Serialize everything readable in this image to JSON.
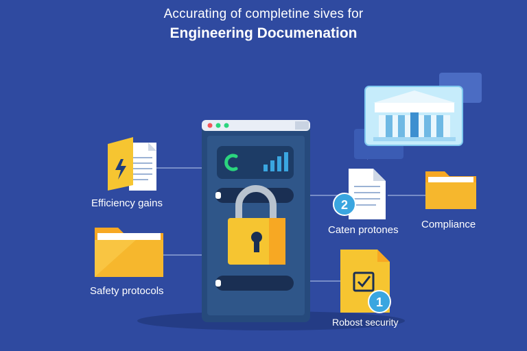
{
  "header": {
    "line1": "Accurating of completine sives for",
    "line2": "Engineering Documenation"
  },
  "labels": {
    "efficiency": "Efficiency gains",
    "safety": "Safety protocols",
    "caten": "Caten protones",
    "compliance": "Compliance",
    "security": "Robost security"
  },
  "badges": {
    "two": "2",
    "one": "1"
  },
  "colors": {
    "background": "#2f4aa0",
    "phone": "#264a7c",
    "folder": "#f7a823",
    "lock": "#f6c531",
    "accent_green": "#2bd57e",
    "accent_blue": "#3aa6e0"
  },
  "icons": [
    "lightning-icon",
    "document-icon",
    "folder-icon",
    "padlock-icon",
    "checkbox-icon",
    "building-icon",
    "loading-icon",
    "bar-chart-icon"
  ]
}
